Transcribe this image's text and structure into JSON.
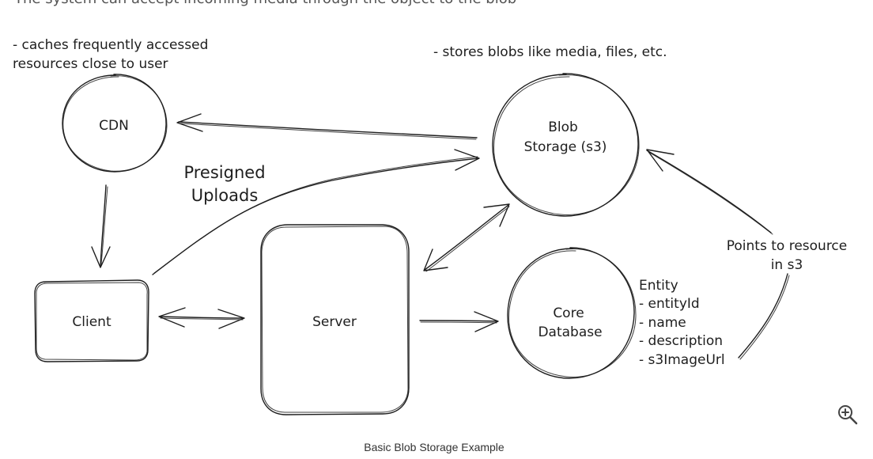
{
  "top_cut_text": "The system can accept incoming media through the object to the blob",
  "nodes": {
    "cdn": {
      "label": "CDN"
    },
    "client": {
      "label": "Client"
    },
    "server": {
      "label": "Server"
    },
    "blob_storage": {
      "line1": "Blob",
      "line2": "Storage (s3)"
    },
    "core_database": {
      "line1": "Core",
      "line2": "Database"
    }
  },
  "annotations": {
    "cdn_note": {
      "line1": "- caches frequently accessed",
      "line2": "resources close to user"
    },
    "blob_note": "- stores blobs like media, files, etc.",
    "presigned": {
      "line1": "Presigned",
      "line2": "Uploads"
    },
    "entity": {
      "title": "Entity",
      "fields": [
        "- entityId",
        "- name",
        "- description",
        "- s3ImageUrl"
      ]
    },
    "points_to": {
      "line1": "Points to resource",
      "line2": "in s3"
    }
  },
  "caption": "Basic Blob Storage Example",
  "icons": {
    "zoom": "zoom-in-icon"
  },
  "colors": {
    "ink": "#1e1e1e",
    "caption": "#333333"
  }
}
